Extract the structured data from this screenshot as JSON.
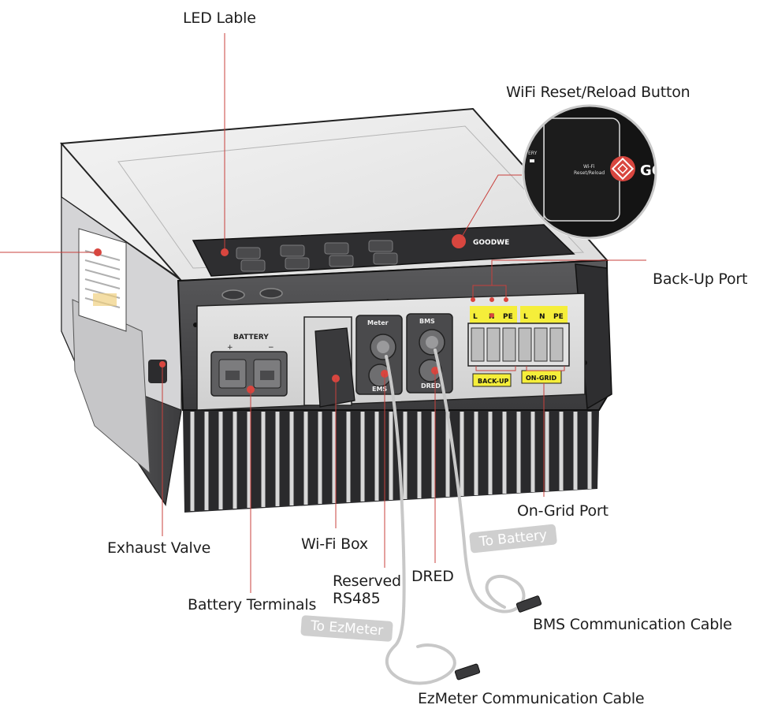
{
  "labels": {
    "led_label": "LED Lable",
    "wifi_reset": "WiFi Reset/Reload Button",
    "backup_port": "Back-Up Port",
    "ongrid_port": "On-Grid Port",
    "exhaust_valve": "Exhaust Valve",
    "wifi_box": "Wi-Fi Box",
    "reserved_line1": "Reserved",
    "reserved_line2": "RS485",
    "dred": "DRED",
    "battery_terminals": "Battery Terminals",
    "bms_cable": "BMS Communication Cable",
    "ezmeter_cable": "EzMeter Communication Cable"
  },
  "tags": {
    "to_battery": "To Battery",
    "to_ezmeter": "To EzMeter"
  },
  "device": {
    "battery_label": "BATTERY",
    "battery_plus": "+",
    "battery_minus": "−",
    "meter_label": "Meter",
    "bms_label": "BMS",
    "ems_label": "EMS",
    "dred_label": "DRED",
    "backup_terms": [
      "L",
      "N",
      "PE"
    ],
    "ongrid_terms": [
      "L",
      "N",
      "PE"
    ],
    "backup_badge": "BACK-UP",
    "ongrid_badge": "ON-GRID",
    "brand": "GOODWE",
    "zoom_wifi_text_1": "Wi-Fi",
    "zoom_wifi_text_2": "Reset/Reload",
    "zoom_brand": "GO",
    "zoom_left_text": "ERY"
  },
  "colors": {
    "leader": "#c8403c",
    "dot": "#d8463f",
    "highlight": "#f5ee3a",
    "body_dark": "#3a3a3c",
    "tag_bg": "#cfcfcf"
  }
}
